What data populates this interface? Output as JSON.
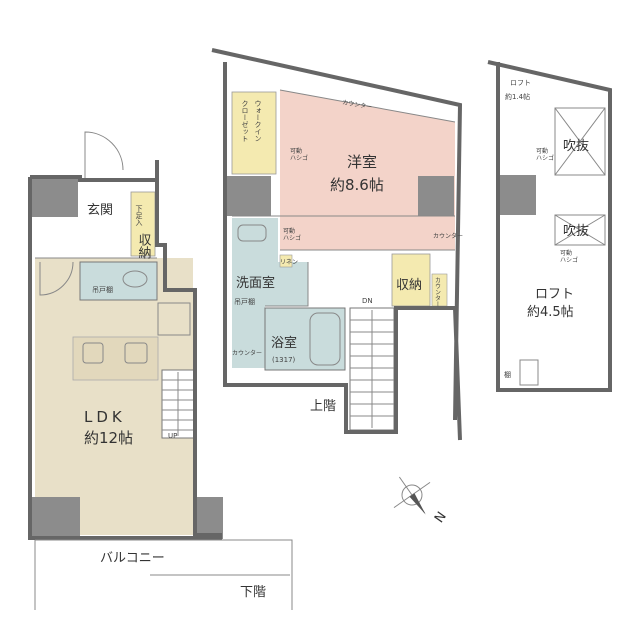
{
  "colors": {
    "ldk": "#e8e0c8",
    "western_room": "#f3d3c9",
    "storage": "#f4eab0",
    "wet_area": "#c9dcdc",
    "column": "#8c8c8c",
    "wall": "#666666"
  },
  "unit_lower": {
    "entrance": "玄関",
    "shoe_storage": "下足入",
    "storage": "収納",
    "hanging_shelf": "吊戸棚",
    "ldk_name": "LDK",
    "ldk_size": "約12帖",
    "stairs_up": "UP",
    "balcony": "バルコニー",
    "floor_label": "下階"
  },
  "unit_middle": {
    "counter_top": "カウンター",
    "walk_in_closet_1": "ウォークイン",
    "walk_in_closet_2": "クローゼット",
    "movable_ladder_1": "可動",
    "movable_ladder_2": "ハシゴ",
    "western_room_name": "洋室",
    "western_room_size": "約8.6帖",
    "counter_right": "カウンター",
    "washroom": "洗面室",
    "hanging_shelf": "吊戸棚",
    "counter_wash": "カウンター",
    "linen": "リネン",
    "bathroom": "浴室",
    "bath_size": "(1317)",
    "storage": "収納",
    "counter_storage": "カウンター",
    "stairs_down": "DN",
    "floor_label": "上階"
  },
  "unit_loft": {
    "loft_small_name": "ロフト",
    "loft_small_size": "約1.4帖",
    "void_1": "吹抜",
    "void_2": "吹抜",
    "movable_ladder_1": "可動",
    "movable_ladder_2": "ハシゴ",
    "loft_large_name": "ロフト",
    "loft_large_size": "約4.5帖",
    "shelf": "棚"
  },
  "compass": {
    "north_label": "N"
  }
}
